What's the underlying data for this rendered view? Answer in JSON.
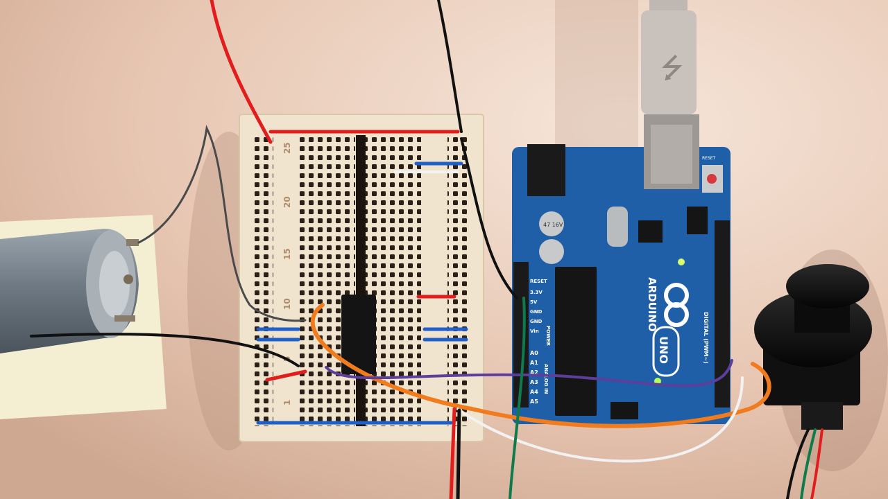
{
  "board": {
    "name": "ARDUINO",
    "model": "UNO",
    "digital_label": "DIGITAL (PWM~)",
    "power_label": "POWER",
    "analog_label": "ANALOG IN",
    "pin_labels": [
      "RESET",
      "3.3V",
      "5V",
      "GND",
      "GND",
      "Vin"
    ],
    "analog_pins": [
      "A0",
      "A1",
      "A2",
      "A3",
      "A4",
      "A5"
    ],
    "cap_label": "47\n16V",
    "reset_label": "RESET"
  },
  "breadboard": {
    "row_numbers": [
      "25",
      "20",
      "15",
      "10",
      "5",
      "1"
    ]
  },
  "colors": {
    "wall": "#e8c9b6",
    "board_blue": "#1f5fa8",
    "breadboard": "#f1e4cf",
    "wire_red": "#e11d1d",
    "wire_black": "#111111",
    "wire_blue": "#1f5fc8",
    "wire_orange": "#f07c1e",
    "wire_purple": "#5b3f9a",
    "wire_white": "#f2f2f2",
    "wire_green": "#0f7a4c",
    "motor": "#7f8a94"
  }
}
